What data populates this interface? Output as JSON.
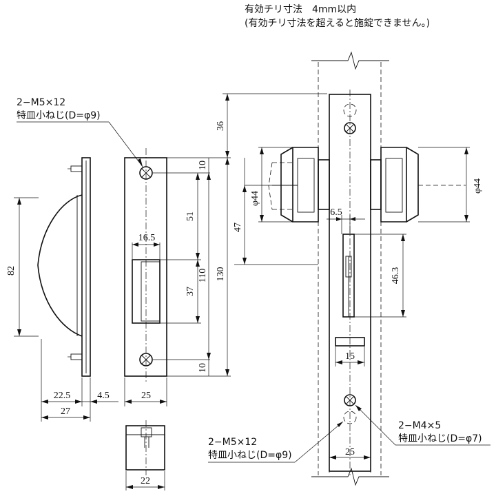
{
  "notes": {
    "line1": "有効チリ寸法　4mm以内",
    "line2": "(有効チリ寸法を超えると施錠できません。)"
  },
  "callouts": {
    "screw_top_spec": "2−M5×12",
    "screw_top_desc": "特皿小ねじ(D=φ9)",
    "screw_bottom_spec": "2−M5×12",
    "screw_bottom_desc": "特皿小ねじ(D=φ9)",
    "screw_right_spec": "2−M4×5",
    "screw_right_desc": "特皿小ねじ(D=φ7)"
  },
  "dimensions": {
    "side_height": "82",
    "side_depth_a": "22.5",
    "side_depth_b": "4.5",
    "side_total": "27",
    "plate_width": "25",
    "opening_width": "16.5",
    "top_margin": "10",
    "upper_span": "51",
    "lower_span": "37",
    "bottom_margin": "10",
    "hole_pitch": "110",
    "plate_length": "130",
    "cyl_offset": "36",
    "cyl_to_center": "47",
    "bottom_width": "22",
    "cyl_dia_left": "φ44",
    "cyl_dia_right": "φ44",
    "bolt_offset": "6.5",
    "latch_height": "46.3",
    "slot_width": "15",
    "body_width": "25"
  }
}
